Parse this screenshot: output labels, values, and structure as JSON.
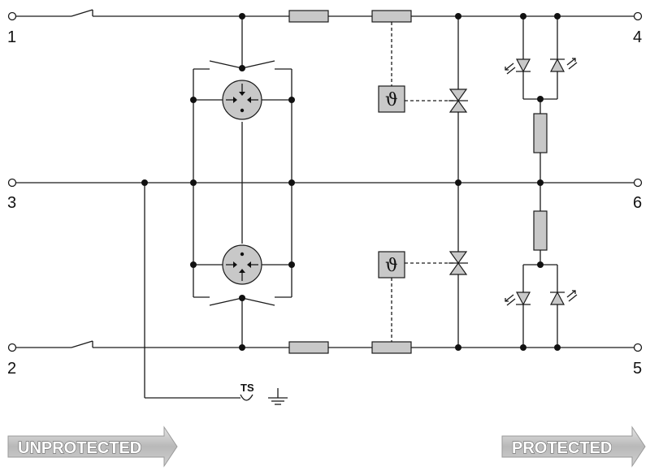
{
  "terminals": {
    "t1": "1",
    "t2": "2",
    "t3": "3",
    "t4": "4",
    "t5": "5",
    "t6": "6"
  },
  "thermal_symbol": "ϑ",
  "ts_label": "TS",
  "arrows": {
    "left_label": "UNPROTECTED",
    "right_label": "PROTECTED"
  },
  "colors": {
    "line": "#1a1a1a",
    "component_fill": "#c8c8c8",
    "arrow_fill": "#c4c4c4"
  }
}
